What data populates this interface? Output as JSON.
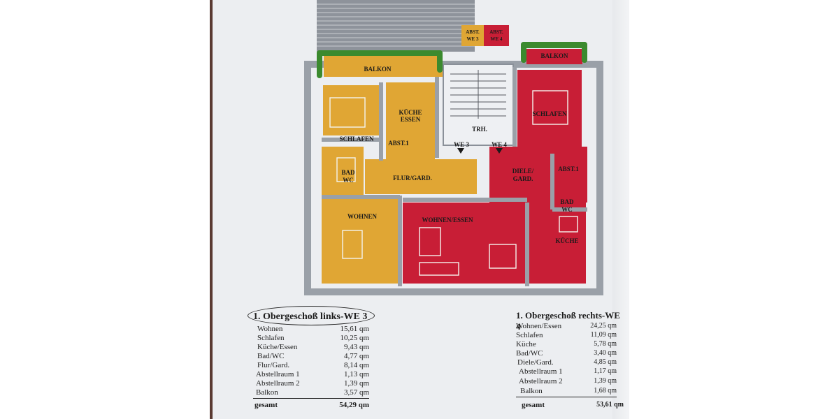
{
  "plan": {
    "labels": {
      "balkon_left": "BALKON",
      "balkon_right": "BALKON",
      "abst_we3": "ABST.",
      "abst_we3_unit": "WE 3",
      "abst_we4": "ABST.",
      "abst_we4_unit": "WE 4",
      "kueche_essen_1": "KÜCHE",
      "kueche_essen_2": "ESSEN",
      "schlafen_left": "SCHLAFEN",
      "abst1_left": "ABST.1",
      "trh": "TRH.",
      "we3": "WE 3",
      "we4": "WE 4",
      "schlafen_right": "SCHLAFEN",
      "bad_wc_left_1": "BAD",
      "bad_wc_left_2": "WC",
      "flur_gard": "FLUR/GARD.",
      "diele_gard_1": "DIELE/",
      "diele_gard_2": "GARD.",
      "abst1_right": "ABST.1",
      "bad_wc_right_1": "BAD",
      "bad_wc_right_2": "WC",
      "wohnen": "WOHNEN",
      "wohnen_essen": "WOHNEN/ESSEN",
      "kueche_right": "KÜCHE"
    },
    "colors": {
      "unit_we3": "#e0a634",
      "unit_we4": "#c81e36",
      "plant": "#3b8a2e",
      "wall": "#9aa0a8"
    }
  },
  "table_left": {
    "title": "1. Obergeschoß links-WE 3",
    "rows": [
      {
        "name": "Wohnen",
        "value": "15,61 qm"
      },
      {
        "name": "Schlafen",
        "value": "10,25 qm"
      },
      {
        "name": "Küche/Essen",
        "value": "9,43 qm"
      },
      {
        "name": "Bad/WC",
        "value": "4,77 qm"
      },
      {
        "name": "Flur/Gard.",
        "value": "8,14 qm"
      },
      {
        "name": "Abstellraum 1",
        "value": "1,13 qm"
      },
      {
        "name": "Abstellraum 2",
        "value": "1,39 qm"
      },
      {
        "name": "Balkon",
        "value": "3,57 qm"
      }
    ],
    "total_label": "gesamt",
    "total_value": "54,29 qm"
  },
  "table_right": {
    "title": "1. Obergeschoß rechts-WE 4",
    "rows": [
      {
        "name": "Wohnen/Essen",
        "value": "24,25 qm"
      },
      {
        "name": "Schlafen",
        "value": "11,09 qm"
      },
      {
        "name": "Küche",
        "value": "5,78 qm"
      },
      {
        "name": "Bad/WC",
        "value": "3,40 qm"
      },
      {
        "name": "Diele/Gard.",
        "value": "4,85 qm"
      },
      {
        "name": "Abstellraum 1",
        "value": "1,17 qm"
      },
      {
        "name": "Abstellraum 2",
        "value": "1,39 qm"
      },
      {
        "name": "Balkon",
        "value": "1,68 qm"
      }
    ],
    "total_label": "gesamt",
    "total_value": "53,61 qm"
  }
}
